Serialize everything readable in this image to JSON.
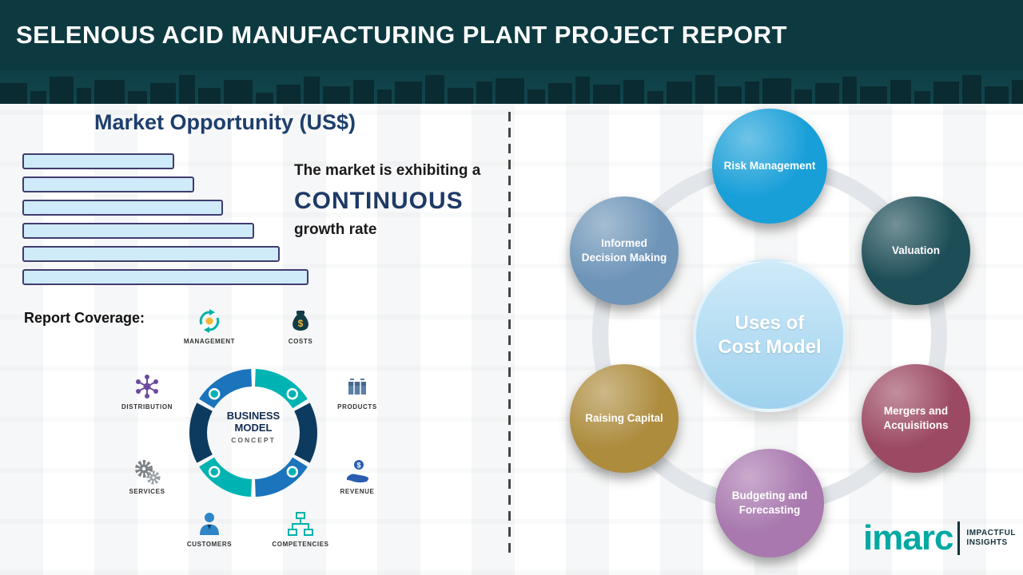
{
  "header": {
    "title": "SELENOUS ACID MANUFACTURING PLANT PROJECT REPORT"
  },
  "market": {
    "title": "Market Opportunity (US$)",
    "line1": "The market is exhibiting a",
    "line2": "CONTINUOUS",
    "line3": "growth rate"
  },
  "chart_data": {
    "type": "bar",
    "orientation": "horizontal",
    "title": "Market Opportunity (US$)",
    "categories": [
      "",
      "",
      "",
      "",
      "",
      ""
    ],
    "values": [
      53,
      60,
      70,
      81,
      90,
      100
    ],
    "unit": "relative (unlabeled illustrative bars)",
    "bar_fill": "#cfeaf8",
    "bar_border": "#3f3d70",
    "note": "Six unlabeled horizontal bars of increasing length illustrating a continuous growth rate"
  },
  "report_coverage": {
    "label": "Report Coverage:",
    "business_model": {
      "center_line1": "BUSINESS",
      "center_line2": "MODEL",
      "center_line3": "CONCEPT",
      "items": [
        {
          "label": "MANAGEMENT",
          "icon": "management-cycle-icon"
        },
        {
          "label": "COSTS",
          "icon": "money-bag-icon"
        },
        {
          "label": "DISTRIBUTION",
          "icon": "network-icon"
        },
        {
          "label": "PRODUCTS",
          "icon": "box-icon"
        },
        {
          "label": "SERVICES",
          "icon": "gears-icon"
        },
        {
          "label": "REVENUE",
          "icon": "hand-coin-icon"
        },
        {
          "label": "CUSTOMERS",
          "icon": "person-icon"
        },
        {
          "label": "COMPETENCIES",
          "icon": "org-chart-icon"
        }
      ]
    }
  },
  "cost_model": {
    "center_line1": "Uses of",
    "center_line2": "Cost Model",
    "center_color": "#9fd2ee",
    "nodes": [
      {
        "label": "Risk Management",
        "color": "#189fd8",
        "position": "top"
      },
      {
        "label": "Valuation",
        "color": "#1d4d57",
        "position": "top-right"
      },
      {
        "label": "Mergers and Acquisitions",
        "color": "#9c4a63",
        "position": "bottom-right"
      },
      {
        "label": "Budgeting and Forecasting",
        "color": "#a878ae",
        "position": "bottom"
      },
      {
        "label": "Raising Capital",
        "color": "#ad8c3e",
        "position": "bottom-left"
      },
      {
        "label": "Informed Decision Making",
        "color": "#6e95b8",
        "position": "top-left"
      }
    ]
  },
  "logo": {
    "name": "imarc",
    "tagline_line1": "IMPACTFUL",
    "tagline_line2": "INSIGHTS",
    "color": "#00a9a2"
  }
}
